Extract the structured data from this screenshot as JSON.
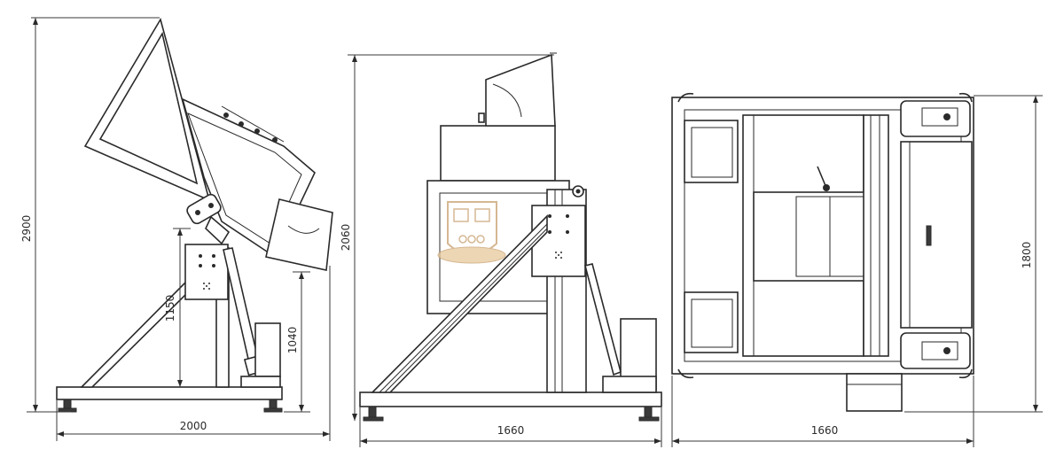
{
  "dimensions": {
    "side_total_height": "2900",
    "side_pivot_height": "1150",
    "side_discharge_height": "1040",
    "side_width": "2000",
    "front_height": "2060",
    "front_width": "1660",
    "top_depth": "1800",
    "top_width": "1660"
  },
  "colors": {
    "line": "#2a2a2a",
    "watermark": "#c8a070"
  }
}
